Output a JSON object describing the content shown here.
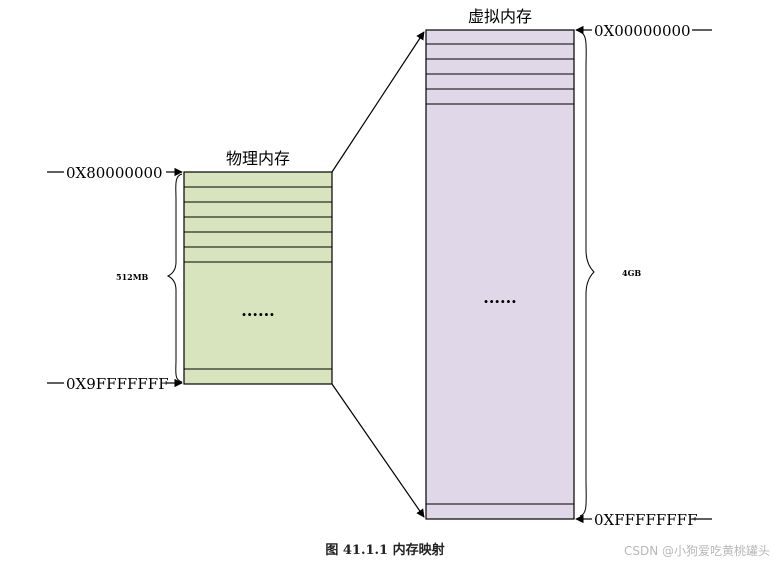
{
  "physical_memory": {
    "title": "物理内存",
    "start_address": "0X80000000",
    "end_address": "0X9FFFFFFF",
    "size": "512MB",
    "ellipsis": "......",
    "fill": "#d7e4bd"
  },
  "virtual_memory": {
    "title": "虚拟内存",
    "start_address": "0X00000000",
    "end_address": "0XFFFFFFFF",
    "size": "4GB",
    "ellipsis": "......",
    "fill": "#e0d8e8"
  },
  "caption": "图 41.1.1  内存映射",
  "watermark": "CSDN @小狗爱吃黄桃罐头"
}
